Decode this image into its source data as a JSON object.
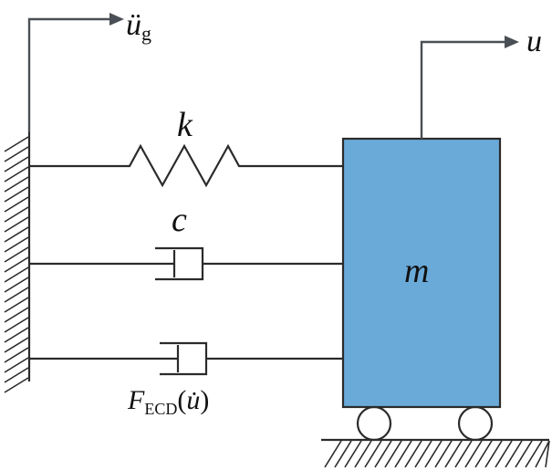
{
  "labels": {
    "ground_acceleration": "ü",
    "ground_acceleration_sub": "g",
    "displacement": "u",
    "stiffness": "k",
    "damping": "c",
    "mass": "m",
    "ecd_force_main": "F",
    "ecd_force_sub": "ECD",
    "ecd_force_open": "(",
    "ecd_force_arg": "u̇",
    "ecd_force_close": ")"
  },
  "colors": {
    "mass_fill": "#6aaad9",
    "mass_stroke": "#2b2b2b",
    "wall_fill": "#ffffff",
    "arrow": "#4a4f55",
    "line": "#2b2b2b"
  }
}
